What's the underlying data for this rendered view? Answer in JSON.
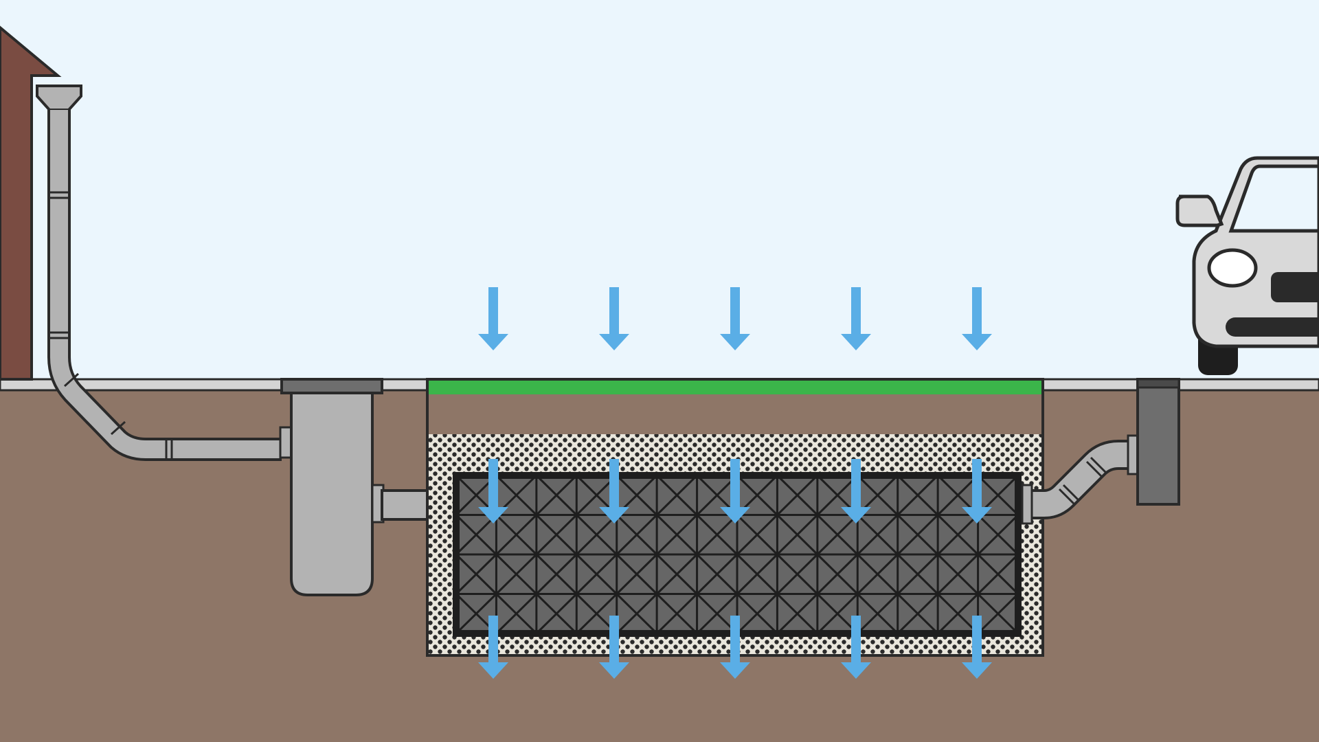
{
  "colors": {
    "sky": "#ebf6fd",
    "soil": "#8e7667",
    "grass": "#3bb54a",
    "pavement": "#d4d4d4",
    "house": "#7a4c42",
    "pipe": "#b3b3b3",
    "pipe_outline": "#2a2a2a",
    "crate": "#666666",
    "gravel": "#e9e6dc",
    "arrow": "#5aaee6",
    "outlet_box": "#6e6e6e",
    "car_body": "#d9d9d9",
    "car_dark": "#2a2a2a"
  },
  "icons": {
    "house": "house-wall-icon",
    "downpipe": "downpipe-icon",
    "silt_trap": "silt-trap-icon",
    "soakaway": "soakaway-crate-icon",
    "overflow": "overflow-chamber-icon",
    "car": "car-icon",
    "infiltration": "down-arrow-icon"
  },
  "crate_grid": {
    "columns": 14,
    "rows": 4
  },
  "arrows": {
    "per_row": 5,
    "rows": 3
  }
}
